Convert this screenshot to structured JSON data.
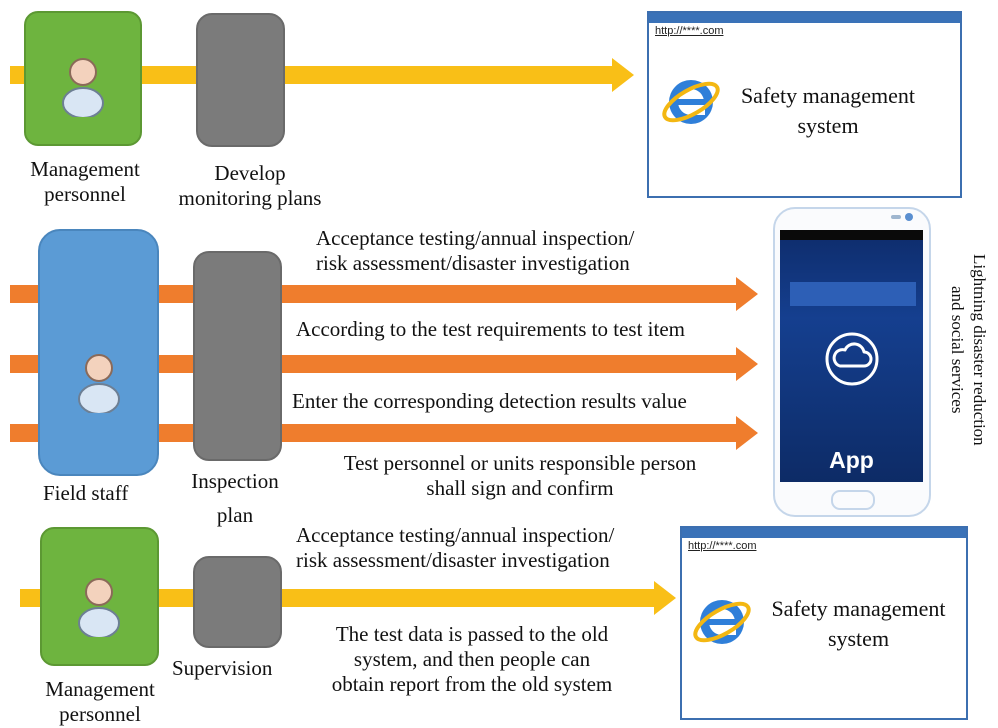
{
  "top_row": {
    "role_label_line1": "Management",
    "role_label_line2": "personnel",
    "step_label_line1": "Develop",
    "step_label_line2": "monitoring plans",
    "browser": {
      "url": "http://****.com",
      "title_line1": "Safety management",
      "title_line2": "system",
      "icon": "ie-browser-icon"
    }
  },
  "middle_row": {
    "role_label": "Field staff",
    "step_label_line1": "Inspection",
    "step_label_line2": "plan",
    "arrow1_label_line1": "Acceptance testing/annual inspection/",
    "arrow1_label_line2": "risk assessment/disaster investigation",
    "arrow2_label": "According to the test requirements to test item",
    "arrow3_label": "Enter the corresponding detection results value",
    "arrow4_label_line1": "Test personnel or units responsible person",
    "arrow4_label_line2": "shall sign and confirm",
    "phone": {
      "app_label": "App",
      "icon": "cloud-icon"
    }
  },
  "bottom_row": {
    "role_label_line1": "Management",
    "role_label_line2": "personnel",
    "step_label": "Supervision",
    "arrow_label_top_line1": "Acceptance testing/annual inspection/",
    "arrow_label_top_line2": "risk assessment/disaster investigation",
    "arrow_label_bottom_line1": "The test data is passed to the old",
    "arrow_label_bottom_line2": "system, and then people can",
    "arrow_label_bottom_line3": "obtain report from the old system",
    "browser": {
      "url": "http://****.com",
      "title_line1": "Safety management",
      "title_line2": "system",
      "icon": "ie-browser-icon"
    }
  },
  "side_label_line1": "Lightning disaster reduction",
  "side_label_line2": "and social services",
  "colors": {
    "yellow_arrow": "#f9bf17",
    "orange_arrow": "#ef7d2d",
    "green_box": "#6eb43f",
    "gray_box": "#7b7b7b",
    "blue_box": "#5b9bd5",
    "browser_frame": "#3c6fb0"
  }
}
